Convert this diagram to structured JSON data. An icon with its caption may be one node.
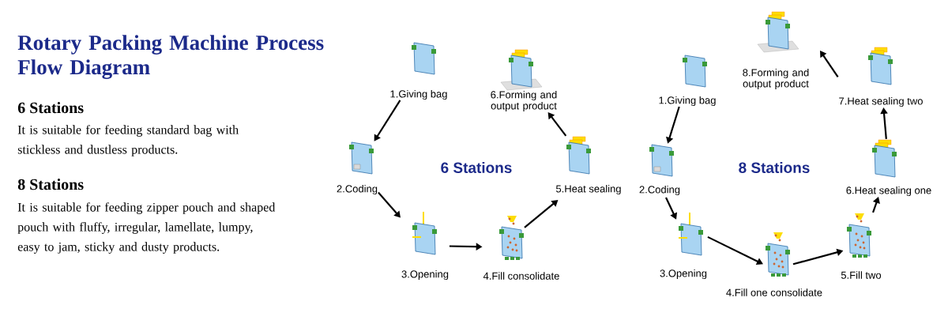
{
  "diagram": {
    "title": "Rotary Packing Machine Process Flow Diagram",
    "nodes": [
      {
        "text": [
          "1.Giving bag"
        ]
      },
      {
        "text": [
          "2.Coding"
        ]
      },
      {
        "text": [
          "3.Opening"
        ]
      },
      {
        "text": [
          "4.Fill consolidate"
        ]
      },
      {
        "text": [
          "5.Heat sealing"
        ]
      },
      {
        "text": [
          "6.Forming and output product"
        ]
      },
      {
        "text": [
          "1.Giving bag"
        ]
      },
      {
        "text": [
          "2.Coding"
        ]
      },
      {
        "text": [
          "3.Opening"
        ]
      },
      {
        "text": [
          "4.Fill one consolidate"
        ]
      },
      {
        "text": [
          "5.Fill two"
        ]
      },
      {
        "text": [
          "6.Heat sealing one"
        ]
      },
      {
        "text": [
          "7.Heat sealing two"
        ]
      },
      {
        "text": [
          "8.Forming and output product"
        ]
      }
    ],
    "edges": [
      {
        "from": 0,
        "to": 1,
        "arrow": "to"
      },
      {
        "from": 1,
        "to": 2,
        "arrow": "to"
      },
      {
        "from": 2,
        "to": 3,
        "arrow": "to"
      },
      {
        "from": 3,
        "to": 4,
        "arrow": "to"
      },
      {
        "from": 4,
        "to": 5,
        "arrow": "to"
      },
      {
        "from": 6,
        "to": 7,
        "arrow": "to"
      },
      {
        "from": 7,
        "to": 8,
        "arrow": "to"
      },
      {
        "from": 8,
        "to": 9,
        "arrow": "to"
      },
      {
        "from": 9,
        "to": 10,
        "arrow": "to"
      },
      {
        "from": 10,
        "to": 11,
        "arrow": "to"
      },
      {
        "from": 11,
        "to": 12,
        "arrow": "to"
      },
      {
        "from": 12,
        "to": 13,
        "arrow": "to"
      }
    ],
    "labels": [
      "6 Stations",
      "It is suitable for feeding standard bag with stickless and dustless products.",
      "8 Stations",
      "It is suitable for feeding zipper pouch and shaped pouch with fluffy, irregular, lamellate, lumpy, easy to jam, sticky and dusty products.",
      "6 Stations",
      "8 Stations"
    ]
  }
}
